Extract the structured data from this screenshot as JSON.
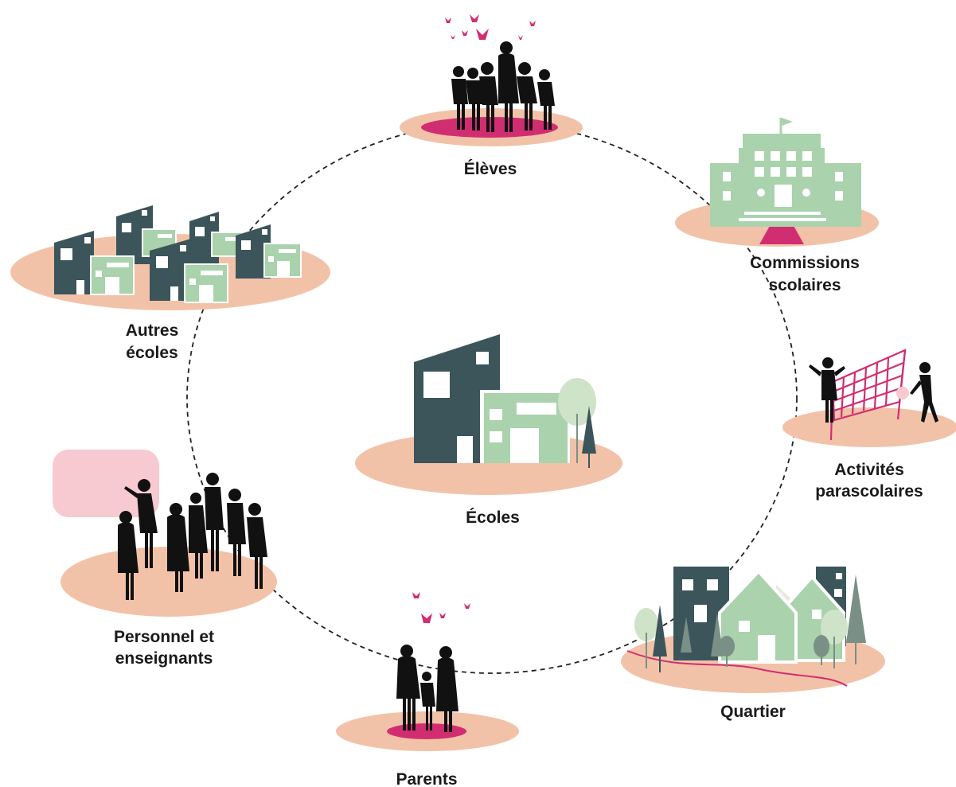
{
  "colors": {
    "platform": "#f2c2a8",
    "accent": "#d12e72",
    "building_dark": "#3b555a",
    "building_green": "#a9d2ad",
    "tree_green": "#cfe3c9",
    "silhouette": "#111111",
    "bubble": "#f7c9d1",
    "ring": "#222222"
  },
  "nodes": {
    "center": {
      "label": "Écoles",
      "icon": "school-buildings-icon"
    },
    "eleves": {
      "label": "Élèves",
      "icon": "students-group-icon"
    },
    "commissions": {
      "label_1": "Commissions",
      "label_2": "scolaires",
      "icon": "school-board-building-icon"
    },
    "activites": {
      "label_1": "Activités",
      "label_2": "parascolaires",
      "icon": "volleyball-players-icon"
    },
    "quartier": {
      "label": "Quartier",
      "icon": "neighbourhood-houses-icon"
    },
    "parents": {
      "label": "Parents",
      "icon": "family-silhouette-icon"
    },
    "personnel": {
      "label_1": "Personnel et",
      "label_2": "enseignants",
      "icon": "staff-group-icon"
    },
    "autres": {
      "label_1": "Autres",
      "label_2": "écoles",
      "icon": "other-schools-icon"
    }
  }
}
